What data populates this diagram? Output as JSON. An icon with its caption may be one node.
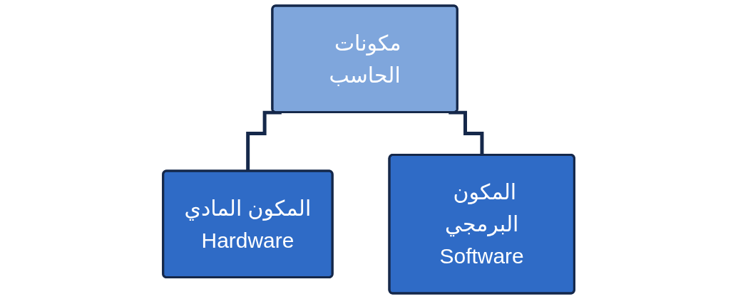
{
  "diagram": {
    "nodes": [
      {
        "text": [
          "مكونات الحاسب"
        ]
      },
      {
        "text": [
          "المكون المادي",
          "Hardware"
        ]
      },
      {
        "text": [
          "المكون البرمجي",
          "Software"
        ]
      }
    ],
    "edges": [
      {
        "from": 0,
        "to": 1,
        "arrow": "none"
      },
      {
        "from": 0,
        "to": 2,
        "arrow": "none"
      }
    ]
  }
}
